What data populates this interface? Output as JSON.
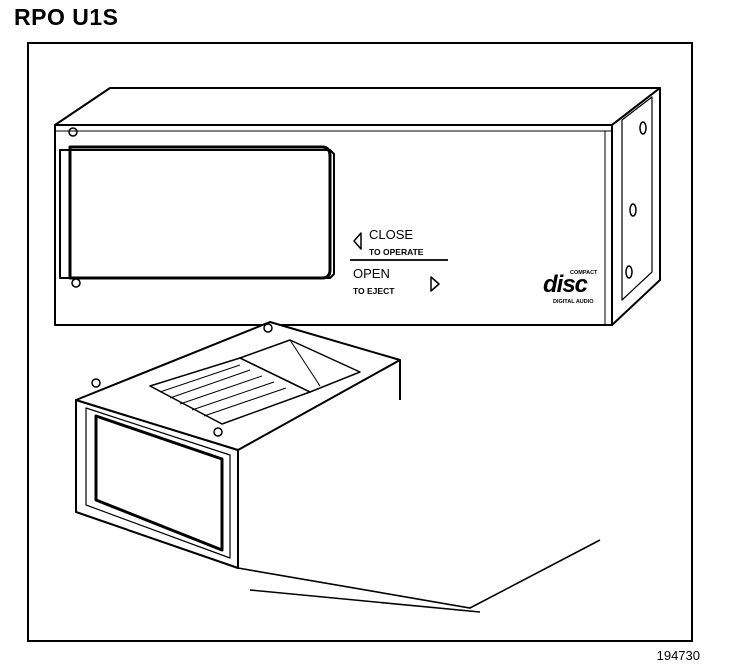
{
  "title": "RPO U1S",
  "figure_number": "194730",
  "unit": {
    "close_label": "CLOSE",
    "close_sub": "TO OPERATE",
    "open_label": "OPEN",
    "open_sub": "TO EJECT",
    "logo_top": "COMPACT",
    "logo_main": "disc",
    "logo_bottom": "DIGITAL AUDIO"
  }
}
